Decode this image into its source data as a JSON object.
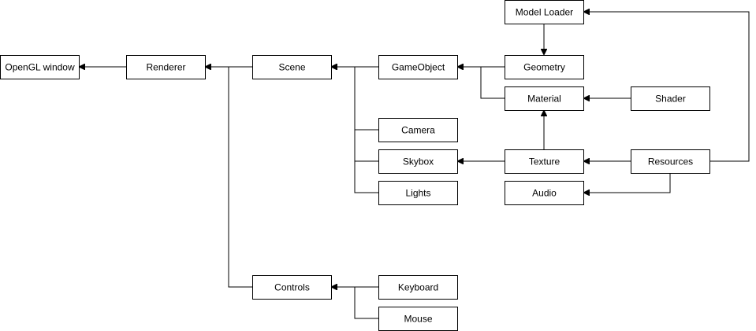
{
  "nodes": [
    {
      "id": "opengl-window",
      "label": "OpenGL window"
    },
    {
      "id": "renderer",
      "label": "Renderer"
    },
    {
      "id": "scene",
      "label": "Scene"
    },
    {
      "id": "gameobject",
      "label": "GameObject"
    },
    {
      "id": "model-loader",
      "label": "Model Loader"
    },
    {
      "id": "geometry",
      "label": "Geometry"
    },
    {
      "id": "material",
      "label": "Material"
    },
    {
      "id": "shader",
      "label": "Shader"
    },
    {
      "id": "camera",
      "label": "Camera"
    },
    {
      "id": "skybox",
      "label": "Skybox"
    },
    {
      "id": "texture",
      "label": "Texture"
    },
    {
      "id": "resources",
      "label": "Resources"
    },
    {
      "id": "lights",
      "label": "Lights"
    },
    {
      "id": "audio",
      "label": "Audio"
    },
    {
      "id": "controls",
      "label": "Controls"
    },
    {
      "id": "keyboard",
      "label": "Keyboard"
    },
    {
      "id": "mouse",
      "label": "Mouse"
    }
  ],
  "edges": [
    {
      "from": "renderer",
      "to": "opengl-window"
    },
    {
      "from": "scene",
      "to": "renderer"
    },
    {
      "from": "controls",
      "to": "renderer"
    },
    {
      "from": "gameobject",
      "to": "scene"
    },
    {
      "from": "camera",
      "to": "scene"
    },
    {
      "from": "skybox",
      "to": "scene"
    },
    {
      "from": "lights",
      "to": "scene"
    },
    {
      "from": "geometry",
      "to": "gameobject"
    },
    {
      "from": "material",
      "to": "gameobject"
    },
    {
      "from": "model-loader",
      "to": "geometry"
    },
    {
      "from": "shader",
      "to": "material"
    },
    {
      "from": "texture",
      "to": "material"
    },
    {
      "from": "texture",
      "to": "skybox"
    },
    {
      "from": "resources",
      "to": "texture"
    },
    {
      "from": "resources",
      "to": "audio"
    },
    {
      "from": "resources",
      "to": "model-loader"
    },
    {
      "from": "keyboard",
      "to": "controls"
    },
    {
      "from": "mouse",
      "to": "controls"
    }
  ]
}
